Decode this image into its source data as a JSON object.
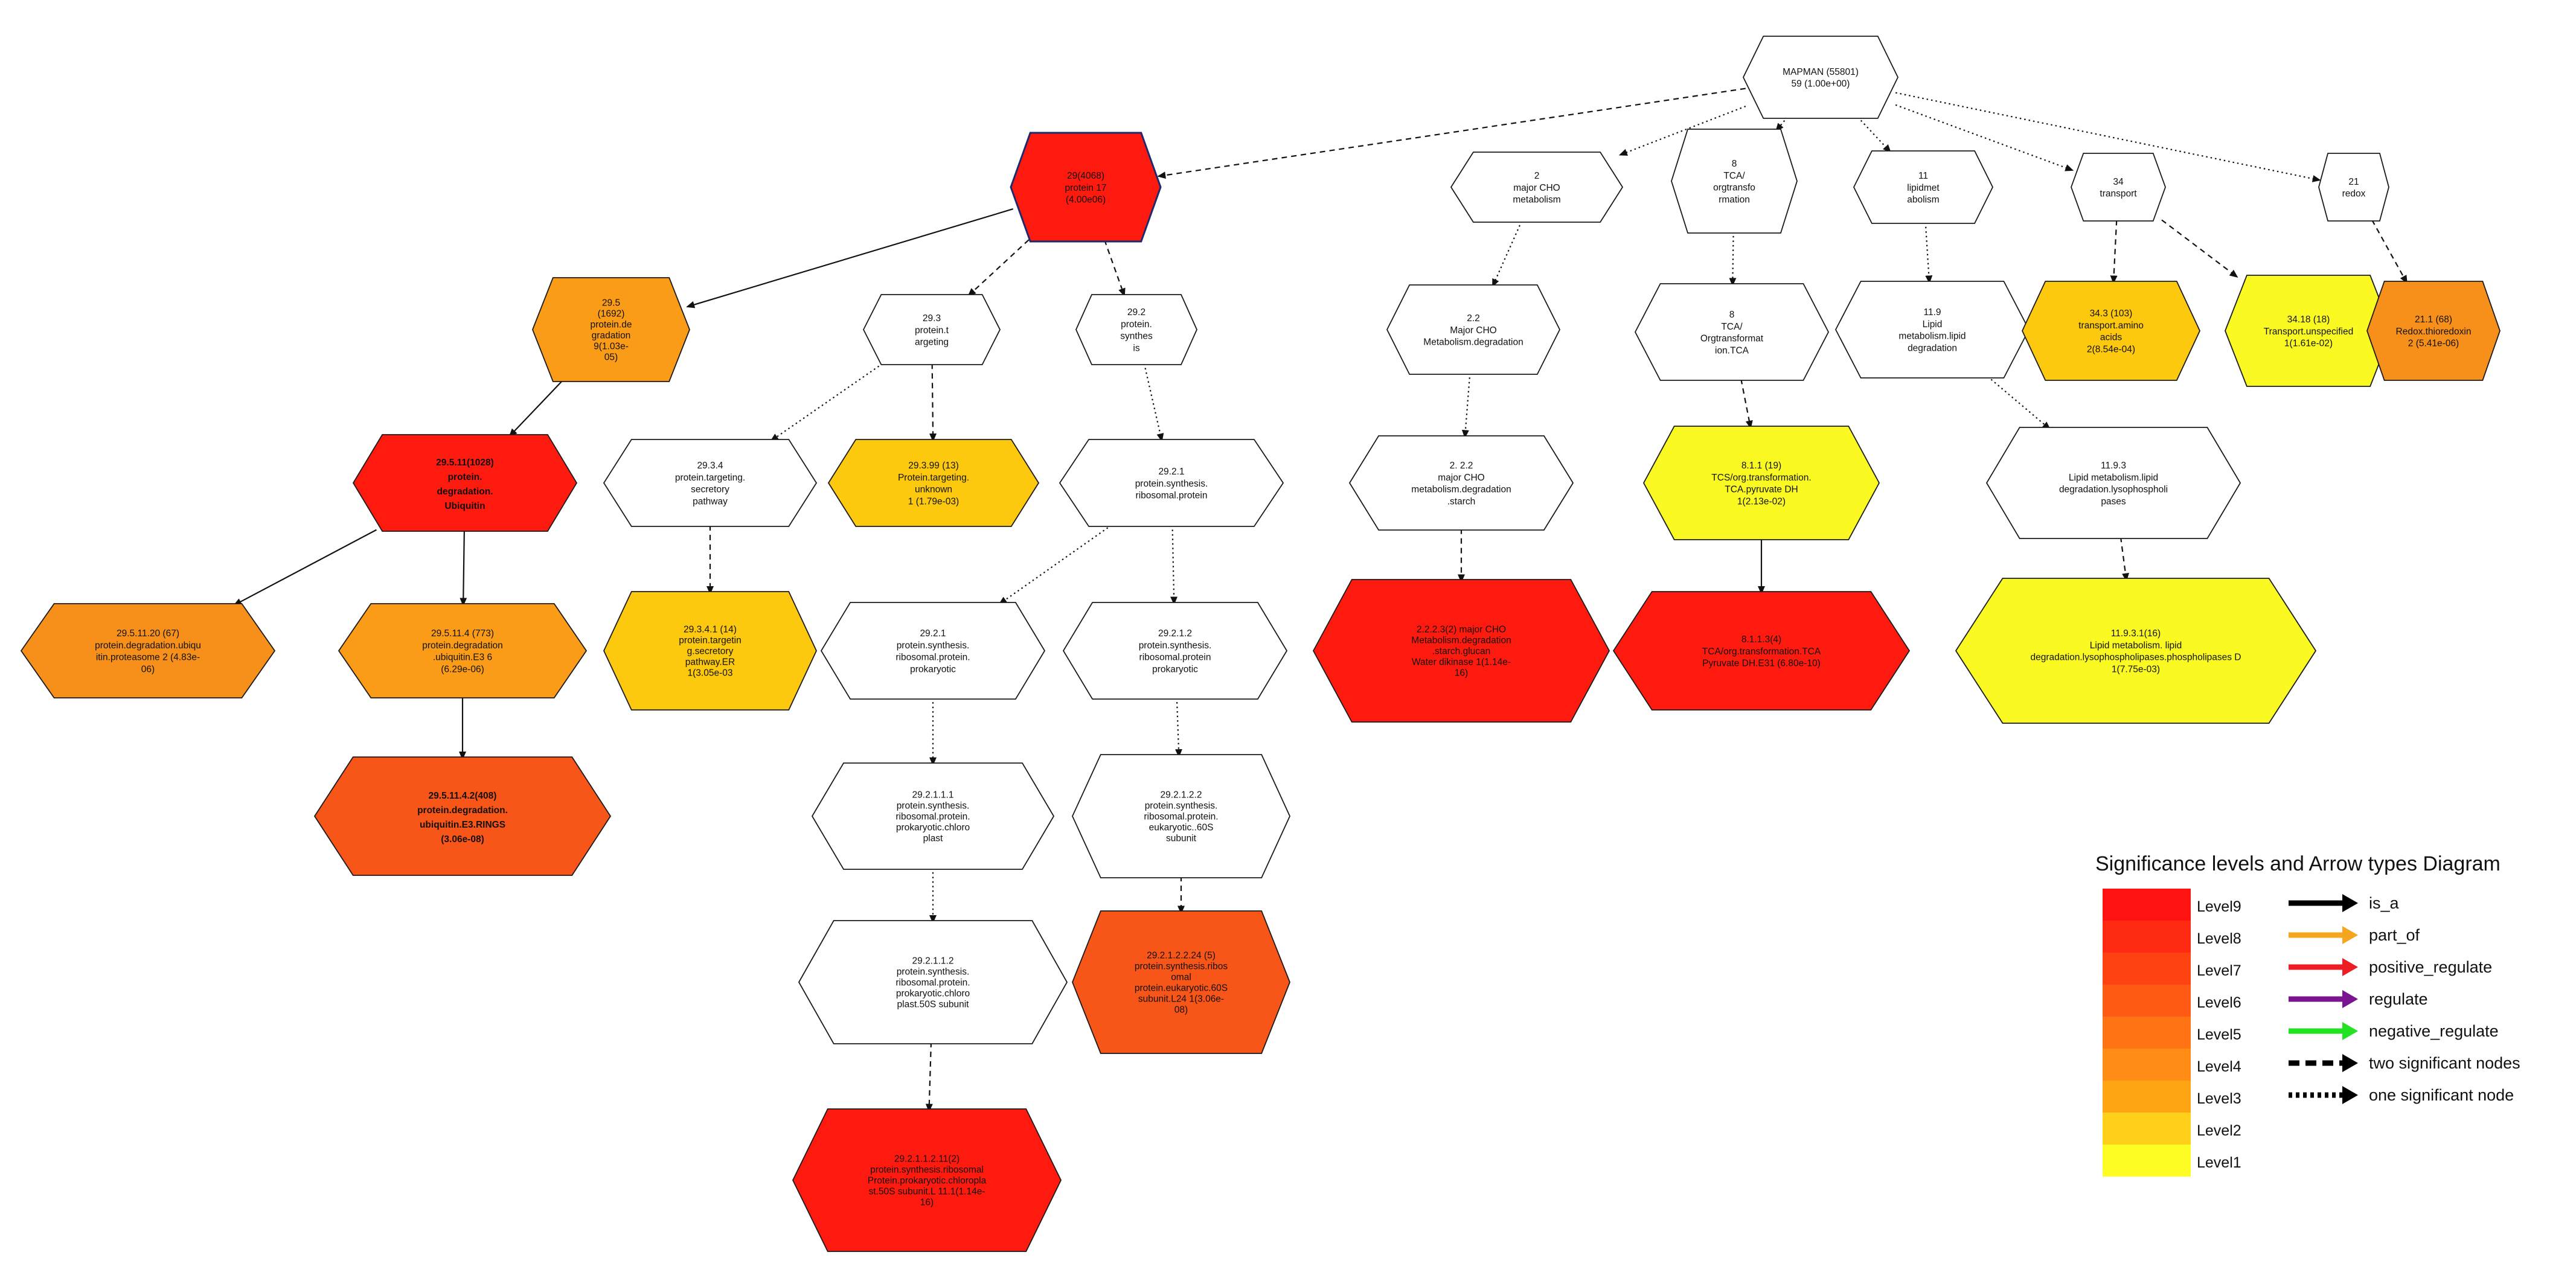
{
  "diagram": {
    "nodes": [
      {
        "id": "n_mapman",
        "lines": [
          "MAPMAN (55801)",
          "59 (1.00e+00)"
        ],
        "fill": "#ffffff"
      },
      {
        "id": "n_29",
        "lines": [
          "29(4068)",
          "protein 17",
          "(4.00e06)"
        ],
        "fill": "#ff1a0f",
        "stroke": "#1f2a6e"
      },
      {
        "id": "n_2",
        "lines": [
          "2",
          "major CHO",
          "metabolism"
        ],
        "fill": "#ffffff"
      },
      {
        "id": "n_8",
        "lines": [
          "8",
          "TCA/",
          "orgtransfo",
          "rmation"
        ],
        "fill": "#ffffff"
      },
      {
        "id": "n_11",
        "lines": [
          "11",
          "lipidmet",
          "abolism"
        ],
        "fill": "#ffffff"
      },
      {
        "id": "n_34",
        "lines": [
          "34",
          "transport"
        ],
        "fill": "#ffffff"
      },
      {
        "id": "n_21",
        "lines": [
          "21",
          "redox"
        ],
        "fill": "#ffffff"
      },
      {
        "id": "n_29_5",
        "lines": [
          "29.5",
          "(1692)",
          "protein.de",
          "gradation",
          "9(1.03e-",
          "05)"
        ],
        "fill": "#fa9c17"
      },
      {
        "id": "n_29_3",
        "lines": [
          "29.3",
          "protein.t",
          "argeting"
        ],
        "fill": "#ffffff"
      },
      {
        "id": "n_29_2",
        "lines": [
          "29.2",
          "protein.",
          "synthes",
          "is"
        ],
        "fill": "#ffffff"
      },
      {
        "id": "n_2_2",
        "lines": [
          "2.2",
          "Major CHO",
          "Metabolism.degradation"
        ],
        "fill": "#ffffff"
      },
      {
        "id": "n_8_1",
        "lines": [
          "8",
          "TCA/",
          "Orgtransformat",
          "ion.TCA"
        ],
        "fill": "#ffffff"
      },
      {
        "id": "n_11_9",
        "lines": [
          "11.9",
          "Lipid",
          "metabolism.lipid",
          "degradation"
        ],
        "fill": "#ffffff"
      },
      {
        "id": "n_34_3",
        "lines": [
          "34.3 (103)",
          "transport.amino",
          "acids",
          "2(8.54e-04)"
        ],
        "fill": "#fdc90f"
      },
      {
        "id": "n_34_18",
        "lines": [
          "34.18 (18)",
          "Transport.unspecified",
          "1(1.61e-02)"
        ],
        "fill": "#fafa22"
      },
      {
        "id": "n_21_1",
        "lines": [
          "21.1 (68)",
          "Redox.thioredoxin",
          "2 (5.41e-06)"
        ],
        "fill": "#f6901a"
      },
      {
        "id": "n_29_5_11",
        "lines": [
          "29.5.11(1028)",
          "protein.",
          "degradation.",
          "Ubiquitin"
        ],
        "fill": "#ff1a0f",
        "bold": true
      },
      {
        "id": "n_29_3_4",
        "lines": [
          "29.3.4",
          "protein.targeting.",
          "secretory",
          "pathway"
        ],
        "fill": "#ffffff"
      },
      {
        "id": "n_29_3_99",
        "lines": [
          "29.3.99 (13)",
          "Protein.targeting.",
          "unknown",
          "1 (1.79e-03)"
        ],
        "fill": "#fdc90f"
      },
      {
        "id": "n_29_2_1",
        "lines": [
          "29.2.1",
          "protein.synthesis.",
          "ribosomal.protein"
        ],
        "fill": "#ffffff"
      },
      {
        "id": "n_2_2_2",
        "lines": [
          "2. 2.2",
          "major CHO",
          "metabolism.degradation",
          ".starch"
        ],
        "fill": "#ffffff"
      },
      {
        "id": "n_8_1_1",
        "lines": [
          "8.1.1 (19)",
          "TCS/org.transformation.",
          "TCA.pyruvate DH",
          "1(2.13e-02)"
        ],
        "fill": "#fafa22"
      },
      {
        "id": "n_11_9_3",
        "lines": [
          "11.9.3",
          "Lipid metabolism.lipid",
          "degradation.lysophospholi",
          "pases"
        ],
        "fill": "#ffffff"
      },
      {
        "id": "n_29_5_11_20",
        "lines": [
          "29.5.11.20 (67)",
          "protein.degradation.ubiqu",
          "itin.proteasome 2 (4.83e-",
          "06)"
        ],
        "fill": "#f6901a"
      },
      {
        "id": "n_29_5_11_4",
        "lines": [
          "29.5.11.4 (773)",
          "protein.degradation",
          ".ubiquitin.E3 6",
          "(6.29e-06)"
        ],
        "fill": "#fa9c17"
      },
      {
        "id": "n_29_3_4_1",
        "lines": [
          "29.3.4.1 (14)",
          "protein.targetin",
          "g.secretory",
          "pathway.ER",
          "1(3.05e-03"
        ],
        "fill": "#fdc90f"
      },
      {
        "id": "n_29_2_1_1",
        "lines": [
          "29.2.1",
          "protein.synthesis.",
          "ribosomal.protein.",
          "prokaryotic"
        ],
        "fill": "#ffffff"
      },
      {
        "id": "n_29_2_1_2",
        "lines": [
          "29.2.1.2",
          "protein.synthesis.",
          "ribosomal.protein",
          "prokaryotic"
        ],
        "fill": "#ffffff"
      },
      {
        "id": "n_2_2_2_3",
        "lines": [
          "2.2.2.3(2) major CHO",
          "Metabolism.degradation",
          ".starch.glucan",
          "Water dikinase 1(1.14e-",
          "16)"
        ],
        "fill": "#ff1a0f"
      },
      {
        "id": "n_8_1_1_3",
        "lines": [
          "8.1.1.3(4)",
          "TCA/org.transformation.TCA",
          "Pyruvate DH.E31 (6.80e-10)"
        ],
        "fill": "#ff1a0f"
      },
      {
        "id": "n_11_9_3_1",
        "lines": [
          "11.9.3.1(16)",
          "Lipid metabolism. lipid",
          "degradation.lysophospholipases.phospholipases D",
          "1(7.75e-03)"
        ],
        "fill": "#fafa22"
      },
      {
        "id": "n_29_5_11_4_2",
        "lines": [
          "29.5.11.4.2(408)",
          "protein.degradation.",
          "ubiquitin.E3.RINGS",
          "(3.06e-08)"
        ],
        "fill": "#f85518",
        "bold": true
      },
      {
        "id": "n_29_2_1_1_1",
        "lines": [
          "29.2.1.1.1",
          "protein.synthesis.",
          "ribosomal.protein.",
          "prokaryotic.chloro",
          "plast"
        ],
        "fill": "#ffffff"
      },
      {
        "id": "n_29_2_1_2_2",
        "lines": [
          "29.2.1.2.2",
          "protein.synthesis.",
          "ribosomal.protein.",
          "eukaryotic..60S",
          "subunit"
        ],
        "fill": "#ffffff"
      },
      {
        "id": "n_29_2_1_1_2",
        "lines": [
          "29.2.1.1.2",
          "protein.synthesis.",
          "ribosomal.protein.",
          "prokaryotic.chloro",
          "plast.50S subunit"
        ],
        "fill": "#ffffff"
      },
      {
        "id": "n_29_2_1_2_2_24",
        "lines": [
          "29.2.1.2.2.24 (5)",
          "protein.synthesis.ribos",
          "omal",
          "protein.eukaryotic.60S",
          "subunit.L24 1(3.06e-",
          "08)"
        ],
        "fill": "#f85518"
      },
      {
        "id": "n_29_2_1_1_2_11",
        "lines": [
          "29.2.1.1.2.11(2)",
          "protein.synthesis.ribosomal",
          "Protein.prokaryotic.chloropla",
          "st.50S subunit.L 11.1(1.14e-",
          "16)"
        ],
        "fill": "#ff1a0f"
      }
    ],
    "edges": [
      {
        "from": "n_mapman",
        "to": "n_29",
        "style": "dashed"
      },
      {
        "from": "n_mapman",
        "to": "n_2",
        "style": "dotted"
      },
      {
        "from": "n_mapman",
        "to": "n_8",
        "style": "dotted"
      },
      {
        "from": "n_mapman",
        "to": "n_11",
        "style": "dotted"
      },
      {
        "from": "n_mapman",
        "to": "n_34",
        "style": "dotted"
      },
      {
        "from": "n_mapman",
        "to": "n_21",
        "style": "dotted"
      },
      {
        "from": "n_29",
        "to": "n_29_5",
        "style": "solid"
      },
      {
        "from": "n_29",
        "to": "n_29_3",
        "style": "dashed"
      },
      {
        "from": "n_29",
        "to": "n_29_2",
        "style": "dashed"
      },
      {
        "from": "n_2",
        "to": "n_2_2",
        "style": "dotted"
      },
      {
        "from": "n_8",
        "to": "n_8_1",
        "style": "dotted"
      },
      {
        "from": "n_11",
        "to": "n_11_9",
        "style": "dotted"
      },
      {
        "from": "n_34",
        "to": "n_34_3",
        "style": "dashed"
      },
      {
        "from": "n_34",
        "to": "n_34_18",
        "style": "dashed"
      },
      {
        "from": "n_21",
        "to": "n_21_1",
        "style": "dashed"
      },
      {
        "from": "n_29_5",
        "to": "n_29_5_11",
        "style": "solid"
      },
      {
        "from": "n_29_3",
        "to": "n_29_3_4",
        "style": "dotted"
      },
      {
        "from": "n_29_3",
        "to": "n_29_3_99",
        "style": "dashed"
      },
      {
        "from": "n_29_2",
        "to": "n_29_2_1",
        "style": "dotted"
      },
      {
        "from": "n_2_2",
        "to": "n_2_2_2",
        "style": "dotted"
      },
      {
        "from": "n_8_1",
        "to": "n_8_1_1",
        "style": "dashed"
      },
      {
        "from": "n_11_9",
        "to": "n_11_9_3",
        "style": "dotted"
      },
      {
        "from": "n_29_5_11",
        "to": "n_29_5_11_20",
        "style": "solid"
      },
      {
        "from": "n_29_5_11",
        "to": "n_29_5_11_4",
        "style": "solid"
      },
      {
        "from": "n_29_3_4",
        "to": "n_29_3_4_1",
        "style": "dashed"
      },
      {
        "from": "n_29_2_1",
        "to": "n_29_2_1_1",
        "style": "dotted"
      },
      {
        "from": "n_29_2_1",
        "to": "n_29_2_1_2",
        "style": "dotted"
      },
      {
        "from": "n_2_2_2",
        "to": "n_2_2_2_3",
        "style": "dashed"
      },
      {
        "from": "n_8_1_1",
        "to": "n_8_1_1_3",
        "style": "solid"
      },
      {
        "from": "n_11_9_3",
        "to": "n_11_9_3_1",
        "style": "dashed"
      },
      {
        "from": "n_29_5_11_4",
        "to": "n_29_5_11_4_2",
        "style": "solid"
      },
      {
        "from": "n_29_2_1_1",
        "to": "n_29_2_1_1_1",
        "style": "dotted"
      },
      {
        "from": "n_29_2_1_2",
        "to": "n_29_2_1_2_2",
        "style": "dotted"
      },
      {
        "from": "n_29_2_1_1_1",
        "to": "n_29_2_1_1_2",
        "style": "dotted"
      },
      {
        "from": "n_29_2_1_2_2",
        "to": "n_29_2_1_2_2_24",
        "style": "dashed"
      },
      {
        "from": "n_29_2_1_1_2",
        "to": "n_29_2_1_1_2_11",
        "style": "dashed"
      }
    ]
  },
  "legend": {
    "title": "Significance levels and Arrow types Diagram",
    "levels": [
      {
        "label": "Level9",
        "color": "#ff1212"
      },
      {
        "label": "Level8",
        "color": "#ff2a12"
      },
      {
        "label": "Level7",
        "color": "#ff4212"
      },
      {
        "label": "Level6",
        "color": "#ff5a14"
      },
      {
        "label": "Level5",
        "color": "#ff7314"
      },
      {
        "label": "Level4",
        "color": "#ff8c14"
      },
      {
        "label": "Level3",
        "color": "#ffa514"
      },
      {
        "label": "Level2",
        "color": "#ffd01a"
      },
      {
        "label": "Level1",
        "color": "#fdfd24"
      }
    ],
    "arrows": [
      {
        "label": "is_a",
        "color": "#000000",
        "style": "solid"
      },
      {
        "label": "part_of",
        "color": "#f5a51e",
        "style": "solid"
      },
      {
        "label": "positive_regulate",
        "color": "#ee1c24",
        "style": "solid"
      },
      {
        "label": "regulate",
        "color": "#7a1490",
        "style": "solid"
      },
      {
        "label": "negative_regulate",
        "color": "#22e222",
        "style": "solid"
      },
      {
        "label": "two significant nodes",
        "color": "#000000",
        "style": "dashed"
      },
      {
        "label": "one significant node",
        "color": "#000000",
        "style": "dotted"
      }
    ]
  }
}
